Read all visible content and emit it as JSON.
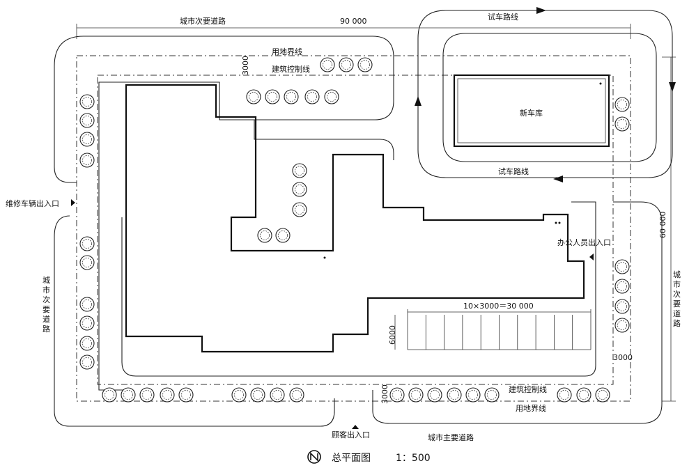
{
  "labels": {
    "road_top": "城市次要道路",
    "dim_width": "90 000",
    "test_track_top": "试车路线",
    "test_track_bottom": "试车路线",
    "boundary_top": "用地界线",
    "control_top": "建筑控制线",
    "setback_top": "3000",
    "new_garage": "新车库",
    "repair_entrance": "维修车辆出入口",
    "office_entrance": "办公人员出入口",
    "dim_height": "60 000",
    "road_right": "城市次要道路",
    "road_left": "城市次要道路",
    "parking_dim": "10×3000＝30 000",
    "parking_depth": "6000",
    "setback_right": "3000",
    "control_bottom": "建筑控制线",
    "boundary_bottom": "用地界线",
    "setback_bottom": "3000",
    "customer_entrance": "顾客出入口",
    "road_bottom": "城市主要道路",
    "plan_title": "总平面图",
    "plan_scale": "1：500"
  },
  "icons": {
    "north": "north-arrow-icon",
    "tree": "tree-icon",
    "entrance": "triangle-marker-icon",
    "direction": "arrow-icon"
  }
}
